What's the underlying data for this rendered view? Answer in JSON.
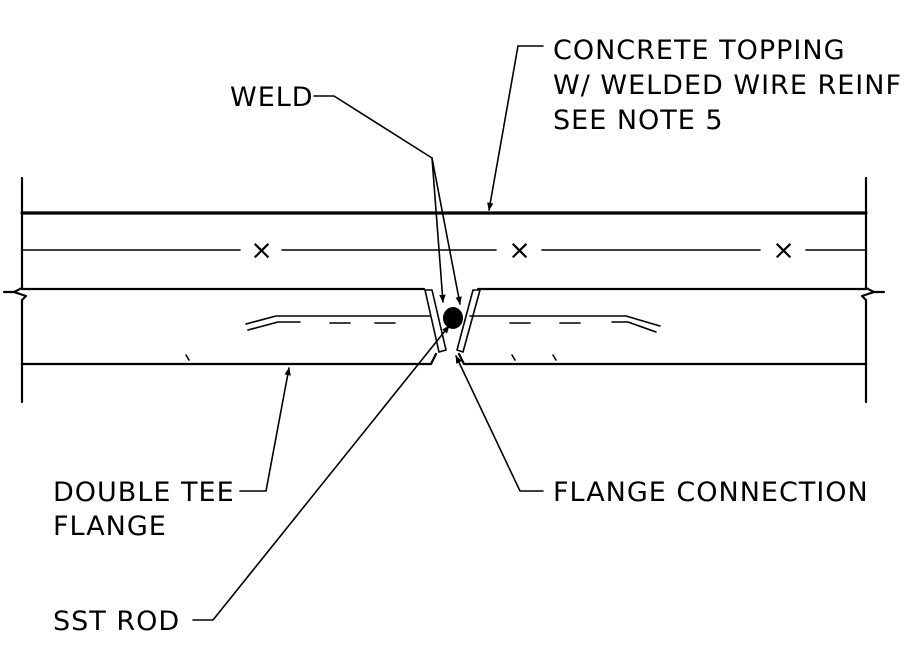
{
  "labels": {
    "concrete_topping_line1": "CONCRETE TOPPING",
    "concrete_topping_line2": "W/ WELDED WIRE REINF",
    "concrete_topping_line3": "SEE NOTE 5",
    "weld": "WELD",
    "double_tee_line1": "DOUBLE TEE",
    "double_tee_line2": "FLANGE",
    "flange_connection": "FLANGE CONNECTION",
    "sst_rod": "SST ROD"
  },
  "markers": {
    "mesh_cross": "×"
  },
  "colors": {
    "ink": "#000000",
    "background": "#ffffff"
  }
}
